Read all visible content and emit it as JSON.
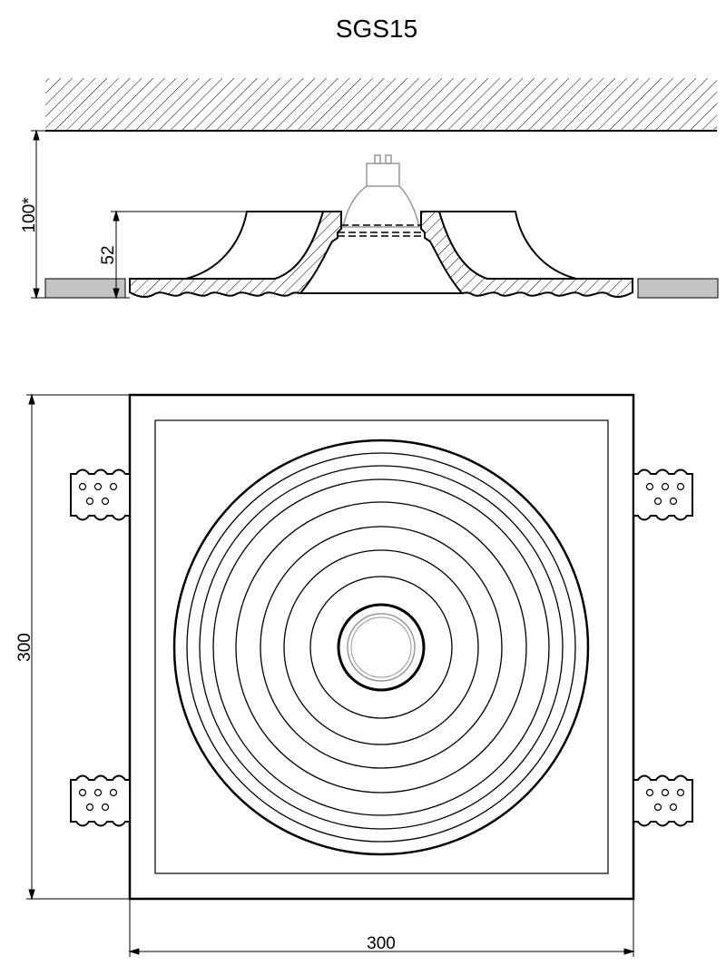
{
  "title": "SGS15",
  "section_view": {
    "dim_total_height": "100*",
    "dim_fixture_height": "52"
  },
  "plan_view": {
    "dim_height": "300",
    "dim_width": "300"
  },
  "colors": {
    "line": "#000000",
    "lamp": "#9a9a9a",
    "ceiling_board": "#c4c4c4"
  }
}
